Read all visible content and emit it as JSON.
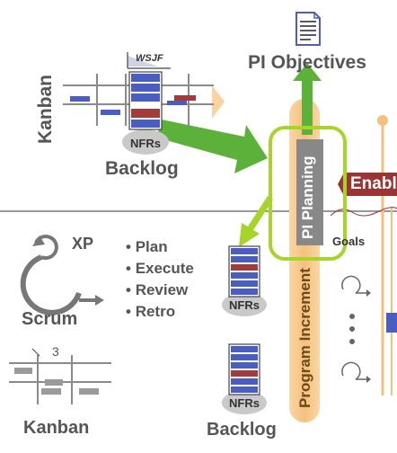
{
  "top": {
    "kanban_label": "Kanban",
    "wsjf_label": "WSJF",
    "nfrs_label": "NFRs",
    "backlog_label": "Backlog",
    "pi_objectives_label": "PI Objectives",
    "enabler_label": "Enabl"
  },
  "center": {
    "pi_planning_label": "PI Planning",
    "program_increment_label": "Program Increment",
    "goals_label": "Goals",
    "nfrs_label": "NFRs"
  },
  "bottom": {
    "xp_label": "XP",
    "scrum_label": "Scrum",
    "steps": [
      "Plan",
      "Execute",
      "Review",
      "Retro"
    ],
    "kanban_board_number": "3",
    "kanban_label": "Kanban",
    "nfrs_label": "NFRs",
    "backlog_label": "Backlog"
  },
  "colors": {
    "green_arrow": "#5cb13a",
    "highlight": "#a6d42b",
    "gray_bar": "#888888",
    "orange_bar": "#f6c07c",
    "enabler": "#9b3535",
    "item_blue": "#4a5dc0",
    "item_red": "#a43b3b"
  }
}
